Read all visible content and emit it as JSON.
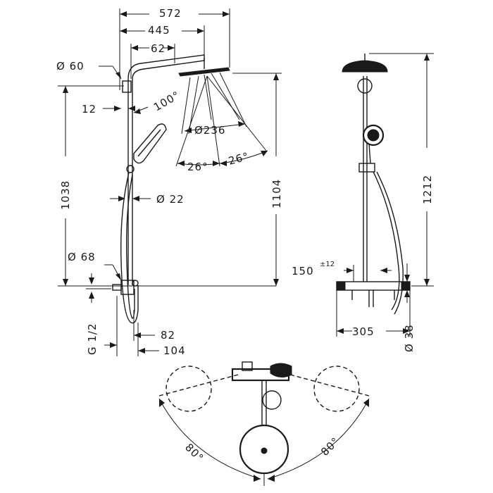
{
  "dimensions": {
    "d572": "572",
    "d445": "445",
    "d62": "62",
    "dia60": "Ø 60",
    "d100deg": "100°",
    "d12": "12",
    "dia236": "Ø236",
    "d26a": "26°",
    "d26b": "26°",
    "d1038": "1038",
    "d1104": "1104",
    "dia22": "Ø 22",
    "dia68": "Ø 68",
    "g12": "G 1/2",
    "d82": "82",
    "d104": "104",
    "d1212": "1212",
    "d150": "150",
    "d150tol": "±12",
    "d305": "305",
    "dia38": "Ø 38",
    "rot80a": "80°",
    "rot80b": "80°"
  }
}
